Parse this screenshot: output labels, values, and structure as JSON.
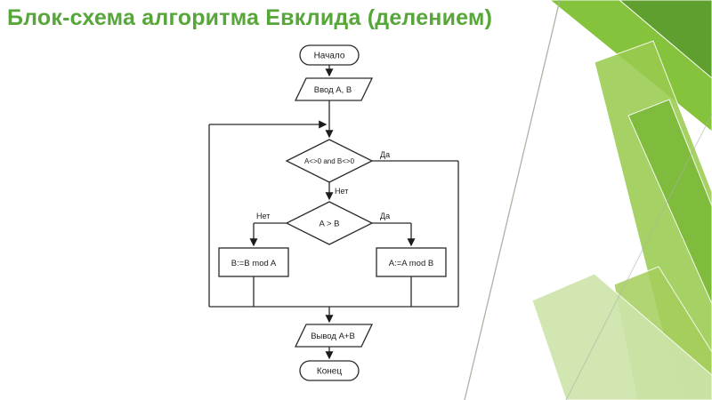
{
  "slide": {
    "title": "Блок-схема алгоритма Евклида (делением)"
  },
  "colors": {
    "title_green": "#57A639",
    "deco_bright_green": "#86C33C",
    "deco_dark_green": "#5F9F2F",
    "deco_mid_green": "#7AB838",
    "deco_light_green": "#9ACB4F",
    "deco_pale_green": "#CDE4A9",
    "deco_bottom_green": "#A5CE5B",
    "diagonal_line_gray": "#AAB4A4",
    "flow_stroke": "#2a2a2a"
  },
  "flowchart": {
    "nodes": {
      "start": {
        "label": "Начало",
        "type": "terminator"
      },
      "input": {
        "label": "Ввод A, B",
        "type": "io"
      },
      "cond_loop": {
        "label": "A<>0 and B<>0",
        "type": "decision"
      },
      "cond_compare": {
        "label": "A > B",
        "type": "decision"
      },
      "assign_b": {
        "label": "B:=B mod A",
        "type": "process"
      },
      "assign_a": {
        "label": "A:=A mod B",
        "type": "process"
      },
      "output": {
        "label": "Вывод A+B",
        "type": "io"
      },
      "end": {
        "label": "Конец",
        "type": "terminator"
      }
    },
    "branch_labels": {
      "loop_yes": "Да",
      "loop_no": "Нет",
      "compare_yes": "Да",
      "compare_no": "Нет"
    }
  }
}
